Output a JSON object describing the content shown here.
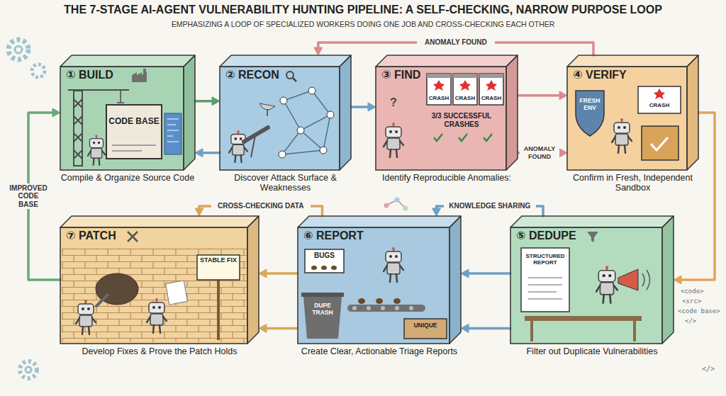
{
  "diagram": {
    "title": "THE 7-STAGE AI-AGENT VULNERABILITY HUNTING PIPELINE: A SELF-CHECKING, NARROW PURPOSE LOOP",
    "caption": "EMPHASIZING A LOOP OF SPECIALIZED WORKERS DOING ONE JOB AND CROSS-CHECKING EACH OTHER",
    "nodes": [
      {
        "text": [
          "① BUILD",
          "CODE BASE",
          "Compile & Organize Source Code"
        ]
      },
      {
        "text": [
          "② RECON",
          "Discover Attack Surface & Weaknesses"
        ]
      },
      {
        "text": [
          "③ FIND",
          "CRASH",
          "CRASH",
          "CRASH",
          "3/3 SUCCESSFUL CRASHES",
          "Identify Reproducible Anomalies:"
        ]
      },
      {
        "text": [
          "④ VERIFY",
          "FRESH ENV",
          "CRASH",
          "Confirm in Fresh, Independent Sandbox"
        ]
      },
      {
        "text": [
          "⑦ PATCH",
          "STABLE FIX",
          "Develop Fixes & Prove the Patch Holds"
        ]
      },
      {
        "text": [
          "⑥ REPORT",
          "BUGS",
          "DUPE TRASH",
          "UNIQUE",
          "Create Clear, Actionable Triage Reports"
        ]
      },
      {
        "text": [
          "⑤ DEDUPE",
          "STRUCTURED REPORT",
          "Filter out Duplicate Vulnerabilities"
        ]
      }
    ],
    "edges": [
      {
        "from": 0,
        "to": 1,
        "arrow": "to"
      },
      {
        "from": 1,
        "to": 0,
        "arrow": "to"
      },
      {
        "from": 1,
        "to": 2,
        "arrow": "to"
      },
      {
        "from": 2,
        "to": 3,
        "arrow": "to"
      },
      {
        "from": 3,
        "to": 1,
        "label": "ANOMALY FOUND",
        "arrow": "to"
      },
      {
        "from": 2,
        "to": 3,
        "label": "ANOMALY FOUND",
        "arrow": "to"
      },
      {
        "from": 3,
        "to": 6,
        "arrow": "to"
      },
      {
        "from": 6,
        "to": 5,
        "arrow": "to"
      },
      {
        "from": 6,
        "to": 5,
        "label": "KNOWLEDGE SHARING",
        "arrow": "to"
      },
      {
        "from": 6,
        "to": 5,
        "arrow": "to"
      },
      {
        "from": 5,
        "to": 4,
        "arrow": "to"
      },
      {
        "from": 5,
        "to": 4,
        "label": "CROSS-CHECKING DATA",
        "arrow": "to"
      },
      {
        "from": 5,
        "to": 4,
        "arrow": "to"
      },
      {
        "from": 4,
        "to": 0,
        "label": "IMPROVED CODE BASE",
        "arrow": "to"
      }
    ],
    "labels": [
      "?",
      "<code>",
      "<src>",
      "<code base>",
      "</>",
      "</>"
    ]
  }
}
